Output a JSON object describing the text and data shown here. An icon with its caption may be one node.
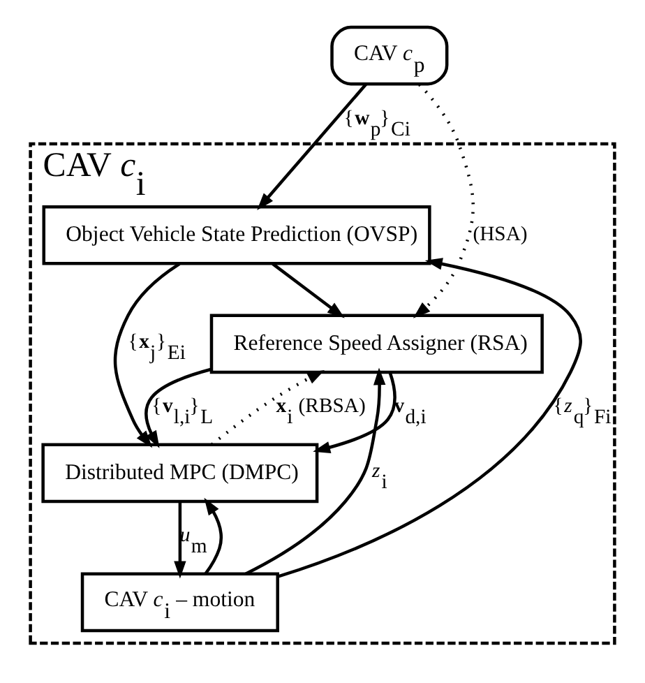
{
  "diagram": {
    "nodes": [
      {
        "text": [
          "CAV *c*$_{p}$"
        ]
      },
      {
        "text": [
          "CAV *c*$_{i}$"
        ]
      },
      {
        "text": [
          "Object Vehicle State Prediction (OVSP)"
        ],
        "in": 1
      },
      {
        "text": [
          "Reference Speed Assigner (RSA)"
        ],
        "in": 1
      },
      {
        "text": [
          "Distributed MPC (DMPC)"
        ],
        "in": 1
      },
      {
        "text": [
          "CAV *c*$_{i}$ – motion"
        ],
        "in": 1
      }
    ],
    "edges": [
      {
        "from": 0,
        "to": 2,
        "arrow": "to",
        "label": "{**w**$_{p}$}$_{Ci}$"
      },
      {
        "from": 0,
        "to": 3,
        "arrow": "to",
        "label": "(HSA)",
        "style": "dashed"
      },
      {
        "from": 2,
        "to": 4,
        "arrow": "to",
        "label": "{**x**$_{j}$}$_{Ei}$"
      },
      {
        "from": 2,
        "to": 3,
        "arrow": "to"
      },
      {
        "from": 3,
        "to": 4,
        "arrow": "to",
        "label": "{**v**$_{l,i}$}$_{L}$"
      },
      {
        "from": 3,
        "to": 4,
        "arrow": "to",
        "label": "**v**$_{d,i}$"
      },
      {
        "from": 4,
        "to": 3,
        "arrow": "to",
        "label": "**x**$_{i}$ (RBSA)",
        "style": "dashed"
      },
      {
        "from": 4,
        "to": 5,
        "arrow": "to",
        "label": "*u*$_{m}$"
      },
      {
        "from": 5,
        "to": 2,
        "arrow": "to",
        "label": "{*z*$_{q}$}$_{Fi}$"
      },
      {
        "from": 5,
        "to": 3,
        "arrow": "to",
        "label": "*z*$_{i}$"
      },
      {
        "from": 5,
        "to": 4,
        "arrow": "to"
      }
    ]
  }
}
